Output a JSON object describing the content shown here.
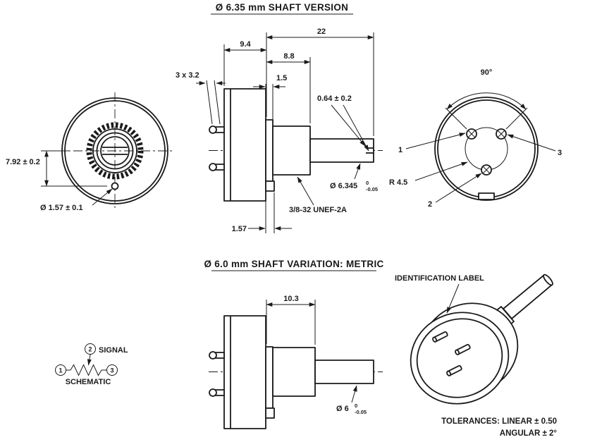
{
  "titles": {
    "top": "Ø 6.35 mm SHAFT VERSION",
    "bottom": "Ø 6.0 mm SHAFT VARIATION: METRIC"
  },
  "front": {
    "height_dim": "7.92 ± 0.2",
    "hole_dim": "Ø 1.57 ± 0.1"
  },
  "side": {
    "overall": "22",
    "body": "9.4",
    "bushing": "8.8",
    "terminals": "3 x 3.2",
    "flange": "1.5",
    "slot": "0.64 ± 0.2",
    "shaft_dia": "Ø 6.345",
    "tol_hi": "0",
    "tol_lo": "-0.05",
    "thread": "3/8-32 UNEF-2A",
    "tab": "1.57"
  },
  "back": {
    "angle": "90°",
    "radius": "R 4.5",
    "pin1": "1",
    "pin2": "2",
    "pin3": "3"
  },
  "sch": {
    "p1": "1",
    "p2": "2",
    "p3": "3",
    "signal": "SIGNAL",
    "label": "SCHEMATIC"
  },
  "metric": {
    "bushing": "10.3",
    "shaft_dia": "Ø 6",
    "tol_hi": "0",
    "tol_lo": "-0.05",
    "id_label": "IDENTIFICATION LABEL"
  },
  "tol": {
    "line1": "TOLERANCES: LINEAR ± 0.50",
    "line2": "ANGULAR ± 2°"
  }
}
